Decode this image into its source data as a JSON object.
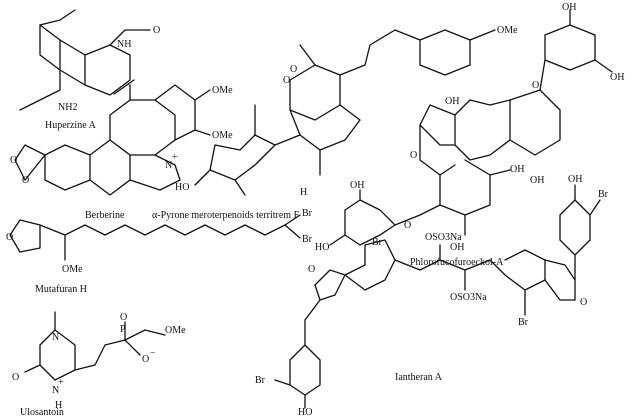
{
  "compounds": [
    {
      "name": "Huperzine A"
    },
    {
      "name": "Berberine"
    },
    {
      "name": "α-Pyrone meroterpenoids territrem F"
    },
    {
      "name": "Phlorofucofuroeckol-A"
    },
    {
      "name": "Mutafuran H"
    },
    {
      "name": "Iantheran A"
    },
    {
      "name": "Ulosantoin"
    }
  ],
  "atom_labels": {
    "nh": "NH",
    "o": "O",
    "nh2": "NH2",
    "h": "H",
    "ome": "OMe",
    "ho": "HO",
    "oh": "OH",
    "br": "Br",
    "oso3na": "OSO3Na",
    "p": "P",
    "n": "N",
    "plus": "+",
    "minus": "−"
  }
}
